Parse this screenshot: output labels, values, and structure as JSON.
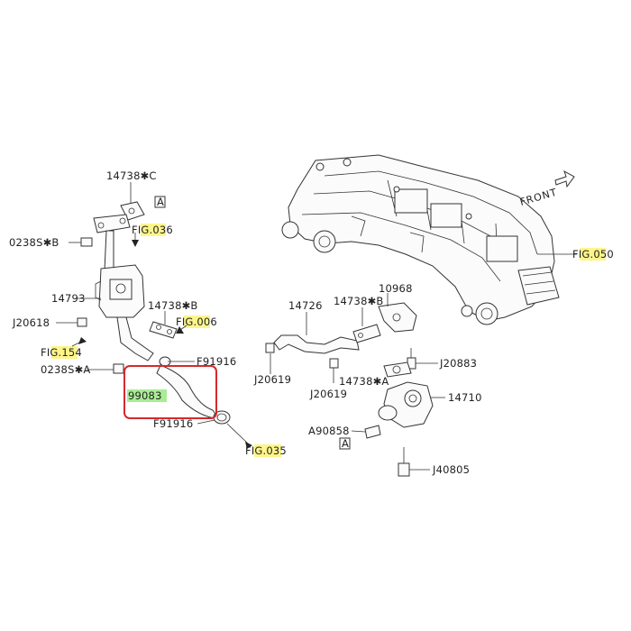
{
  "labels": {
    "p14738_c": "14738✱C",
    "ref_a_top": "A",
    "p0238s_b": "0238S✱B",
    "fig036": "FIG.036",
    "p14793": "14793",
    "p14738_b_left": "14738✱B",
    "p20618": "J20618",
    "fig006": "FIG.006",
    "fig154": "FIG.154",
    "p91916_top": "F91916",
    "p0238s_a": "0238S✱A",
    "p99083": "99083",
    "p91916_bottom": "F91916",
    "fig035": "FIG.035",
    "front": "FRONT",
    "fig050": "FIG.050",
    "p14726": "14726",
    "p14738_b_right": "14738✱B",
    "p10968": "10968",
    "p20619_a": "J20619",
    "p20619_b": "J20619",
    "p20883": "J20883",
    "p14738_a": "14738✱A",
    "p14710": "14710",
    "p90858": "A90858",
    "ref_a_bottom": "A",
    "p40805": "J40805"
  },
  "colors": {
    "figure_highlight": "#fdf58a",
    "part_highlight": "#a8ec94",
    "callout_box": "#d42a2a",
    "line": "#333333"
  }
}
